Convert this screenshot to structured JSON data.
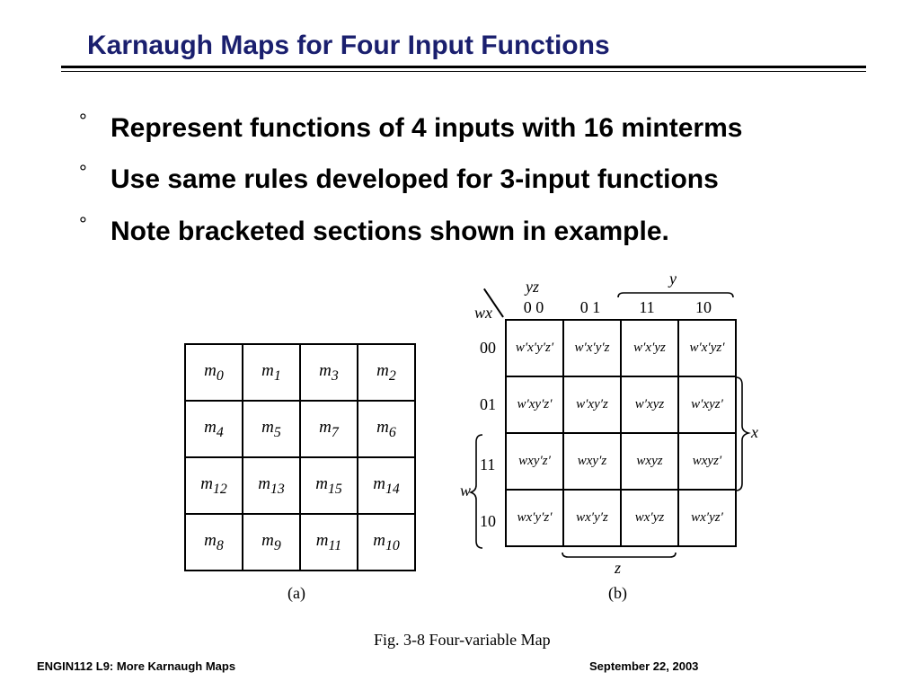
{
  "slide": {
    "title": "Karnaugh Maps for Four Input Functions",
    "bullet_symbol": "°",
    "bullets": [
      "Represent functions of 4 inputs with 16 minterms",
      "Use same rules developed for 3-input functions",
      "Note bracketed sections shown in example."
    ]
  },
  "figure": {
    "map_a": {
      "rows": [
        [
          {
            "m": "m",
            "i": "0"
          },
          {
            "m": "m",
            "i": "1"
          },
          {
            "m": "m",
            "i": "3"
          },
          {
            "m": "m",
            "i": "2"
          }
        ],
        [
          {
            "m": "m",
            "i": "4"
          },
          {
            "m": "m",
            "i": "5"
          },
          {
            "m": "m",
            "i": "7"
          },
          {
            "m": "m",
            "i": "6"
          }
        ],
        [
          {
            "m": "m",
            "i": "12"
          },
          {
            "m": "m",
            "i": "13"
          },
          {
            "m": "m",
            "i": "15"
          },
          {
            "m": "m",
            "i": "14"
          }
        ],
        [
          {
            "m": "m",
            "i": "8"
          },
          {
            "m": "m",
            "i": "9"
          },
          {
            "m": "m",
            "i": "11"
          },
          {
            "m": "m",
            "i": "10"
          }
        ]
      ],
      "caption": "(a)"
    },
    "map_b": {
      "var_yz": "yz",
      "var_wx": "wx",
      "col_headers": [
        "0 0",
        "0 1",
        "11",
        "10"
      ],
      "row_headers": [
        "00",
        "01",
        "11",
        "10"
      ],
      "cells": [
        [
          "w′x′y′z′",
          "w′x′y′z",
          "w′x′yz",
          "w′x′yz′"
        ],
        [
          "w′xy′z′",
          "w′xy′z",
          "w′xyz",
          "w′xyz′"
        ],
        [
          "wxy′z′",
          "wxy′z",
          "wxyz",
          "wxyz′"
        ],
        [
          "wx′y′z′",
          "wx′y′z",
          "wx′yz",
          "wx′yz′"
        ]
      ],
      "bracket_y": "y",
      "bracket_x": "x",
      "bracket_w": "w",
      "bracket_z": "z",
      "caption": "(b)"
    },
    "caption": "Fig. 3-8  Four-variable Map"
  },
  "footer": {
    "left": "ENGIN112  L9: More Karnaugh Maps",
    "right": "September 22, 2003"
  }
}
